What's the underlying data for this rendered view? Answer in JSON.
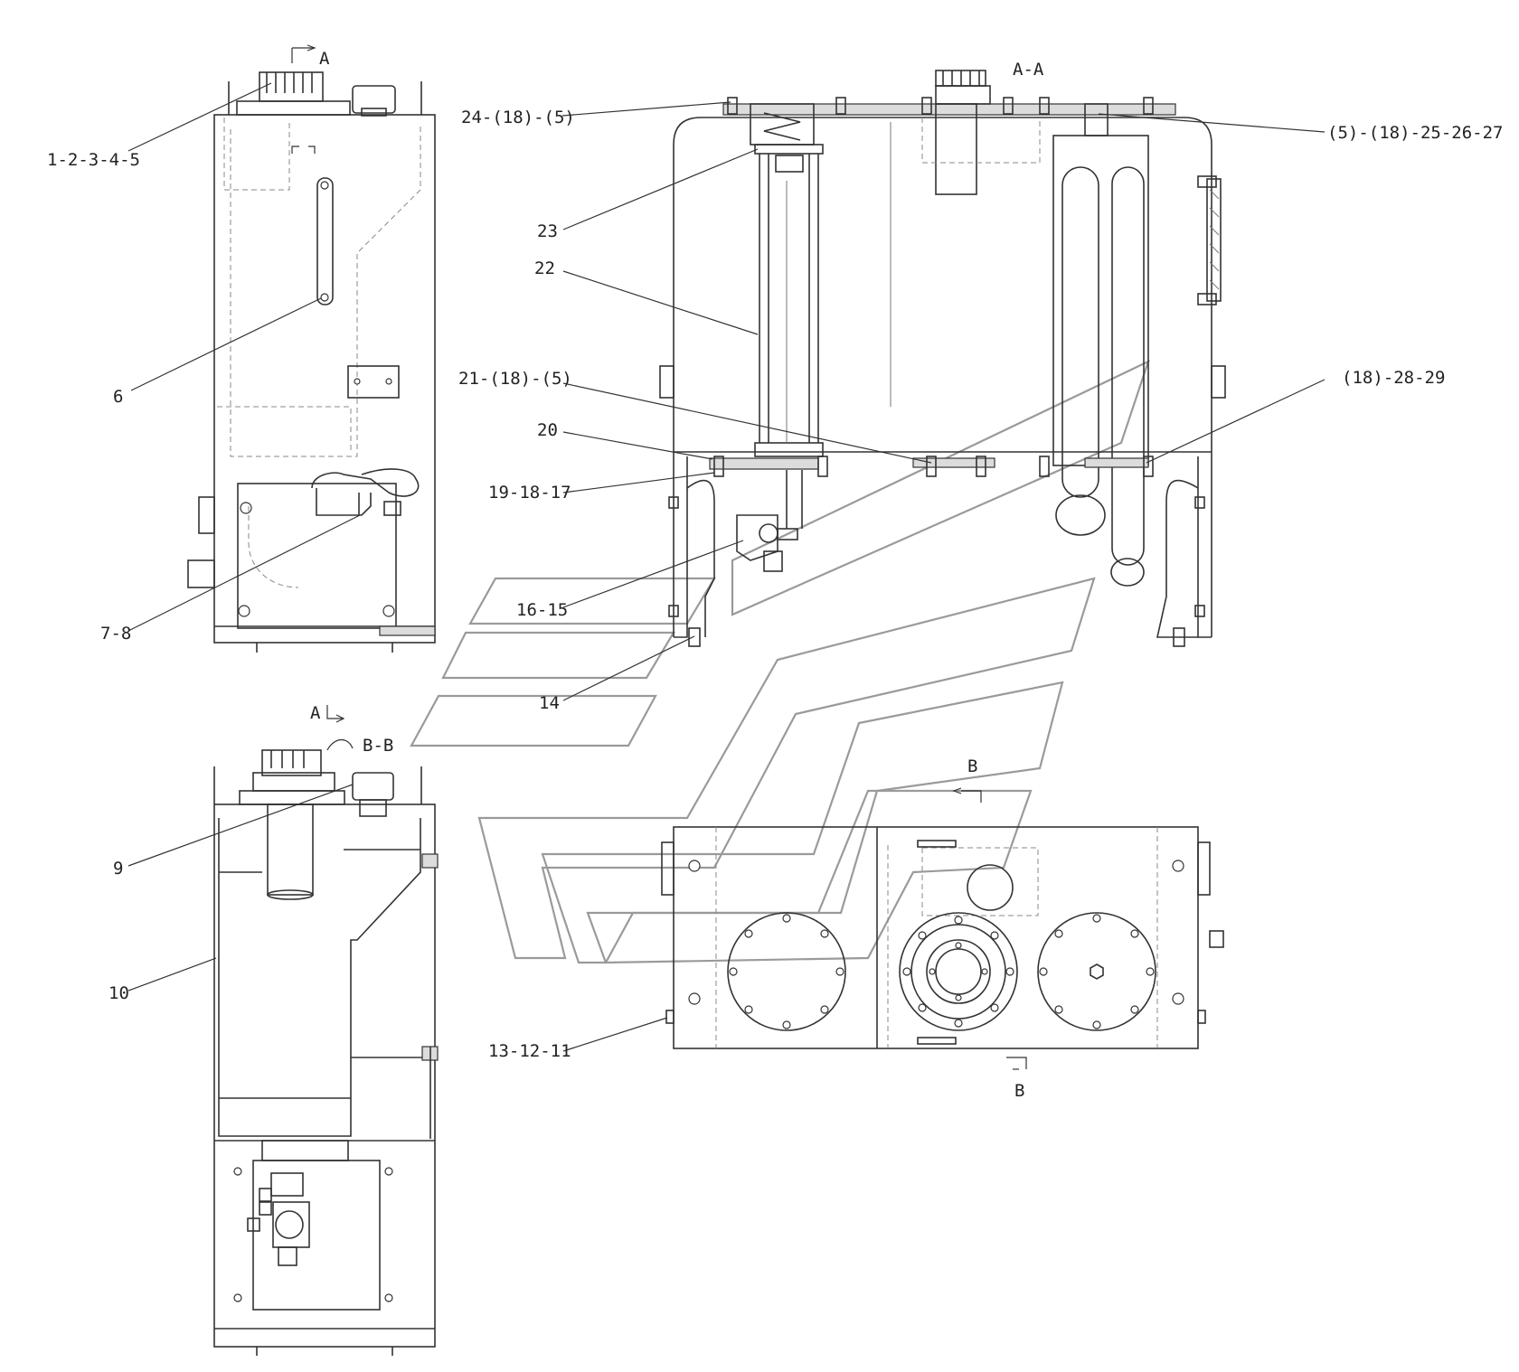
{
  "section_labels": {
    "a_top": "A",
    "a_bottom": "A",
    "aa_title": "A-A",
    "bb_title": "B-B",
    "b_top": "B",
    "b_bottom": "B"
  },
  "callouts": {
    "c1": "1-2-3-4-5",
    "c6": "6",
    "c7": "7-8",
    "c9": "9",
    "c10": "10",
    "c24": "24-(18)-(5)",
    "c23": "23",
    "c22": "22",
    "c21": "21-(18)-(5)",
    "c20": "20",
    "c19": "19-18-17",
    "c16": "16-15",
    "c14": "14",
    "c5r": "(5)-(18)-25-26-27",
    "c18r": "(18)-28-29",
    "c13": "13-12-11"
  }
}
